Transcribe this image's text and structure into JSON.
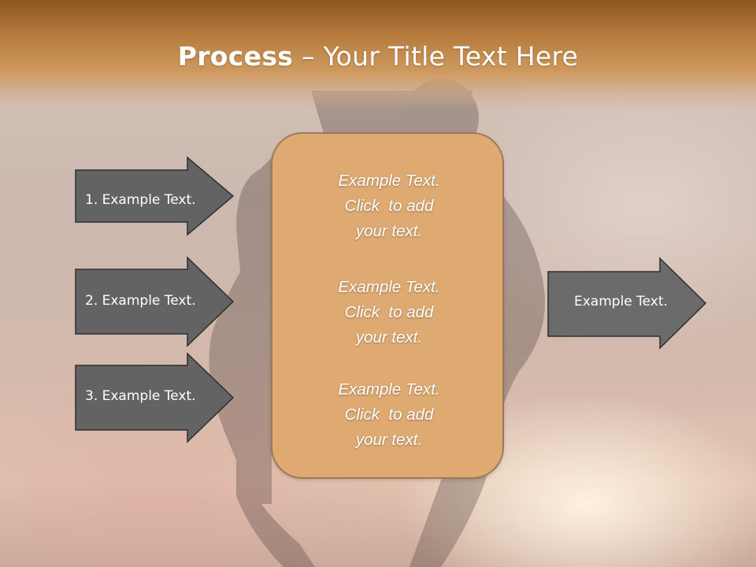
{
  "title": {
    "bold": "Process",
    "rest": " – Your Title Text Here"
  },
  "left_arrows": [
    {
      "label": "1. Example Text."
    },
    {
      "label": "2. Example Text."
    },
    {
      "label": "3. Example Text."
    }
  ],
  "right_arrow": {
    "label": "Example Text."
  },
  "center_box": {
    "paragraphs": [
      {
        "line1": "Example Text.",
        "line2": "Click  to add",
        "line3": "your text."
      },
      {
        "line1": "Example Text.",
        "line2": "Click  to add",
        "line3": "your text."
      },
      {
        "line1": "Example Text.",
        "line2": "Click  to add",
        "line3": "your text."
      }
    ]
  },
  "colors": {
    "title_band": "#b57a3c",
    "arrow_fill": "#636363",
    "center_box_fill": "#dfaa72",
    "text": "#ffffff"
  }
}
